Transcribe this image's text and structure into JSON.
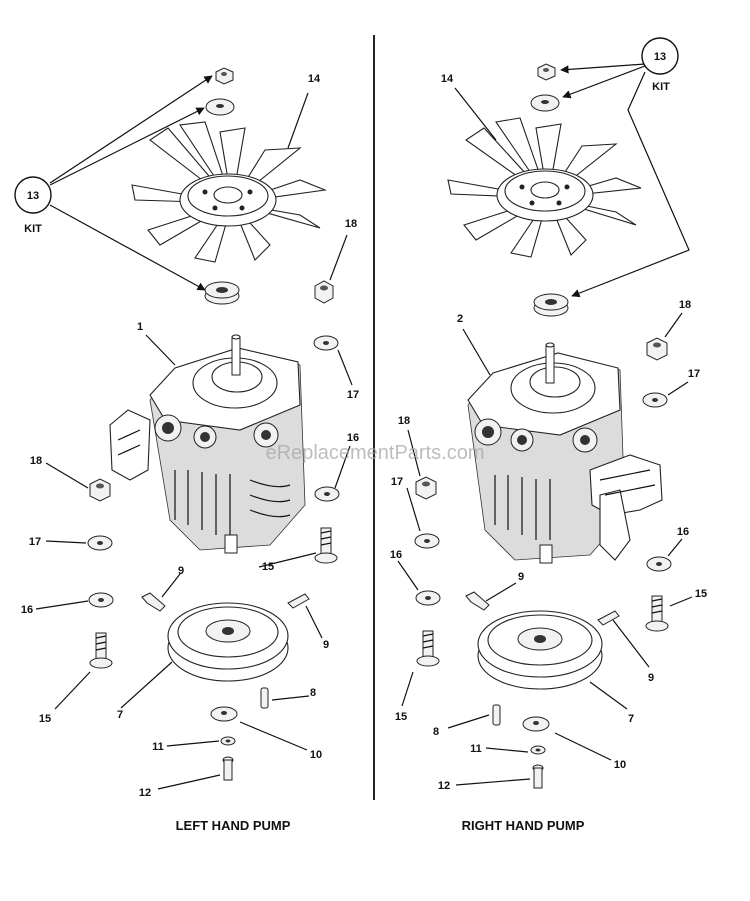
{
  "callouts": {
    "n13": "13",
    "kit": "KIT",
    "n14": "14",
    "n18": "18",
    "n1": "1",
    "n2": "2",
    "n17": "17",
    "n16": "16",
    "n15": "15",
    "n9": "9",
    "n7": "7",
    "n8": "8",
    "n10": "10",
    "n11": "11",
    "n12": "12"
  },
  "captions": {
    "left": "LEFT HAND PUMP",
    "right": "RIGHT HAND PUMP"
  },
  "watermark": "eReplacementParts.com"
}
